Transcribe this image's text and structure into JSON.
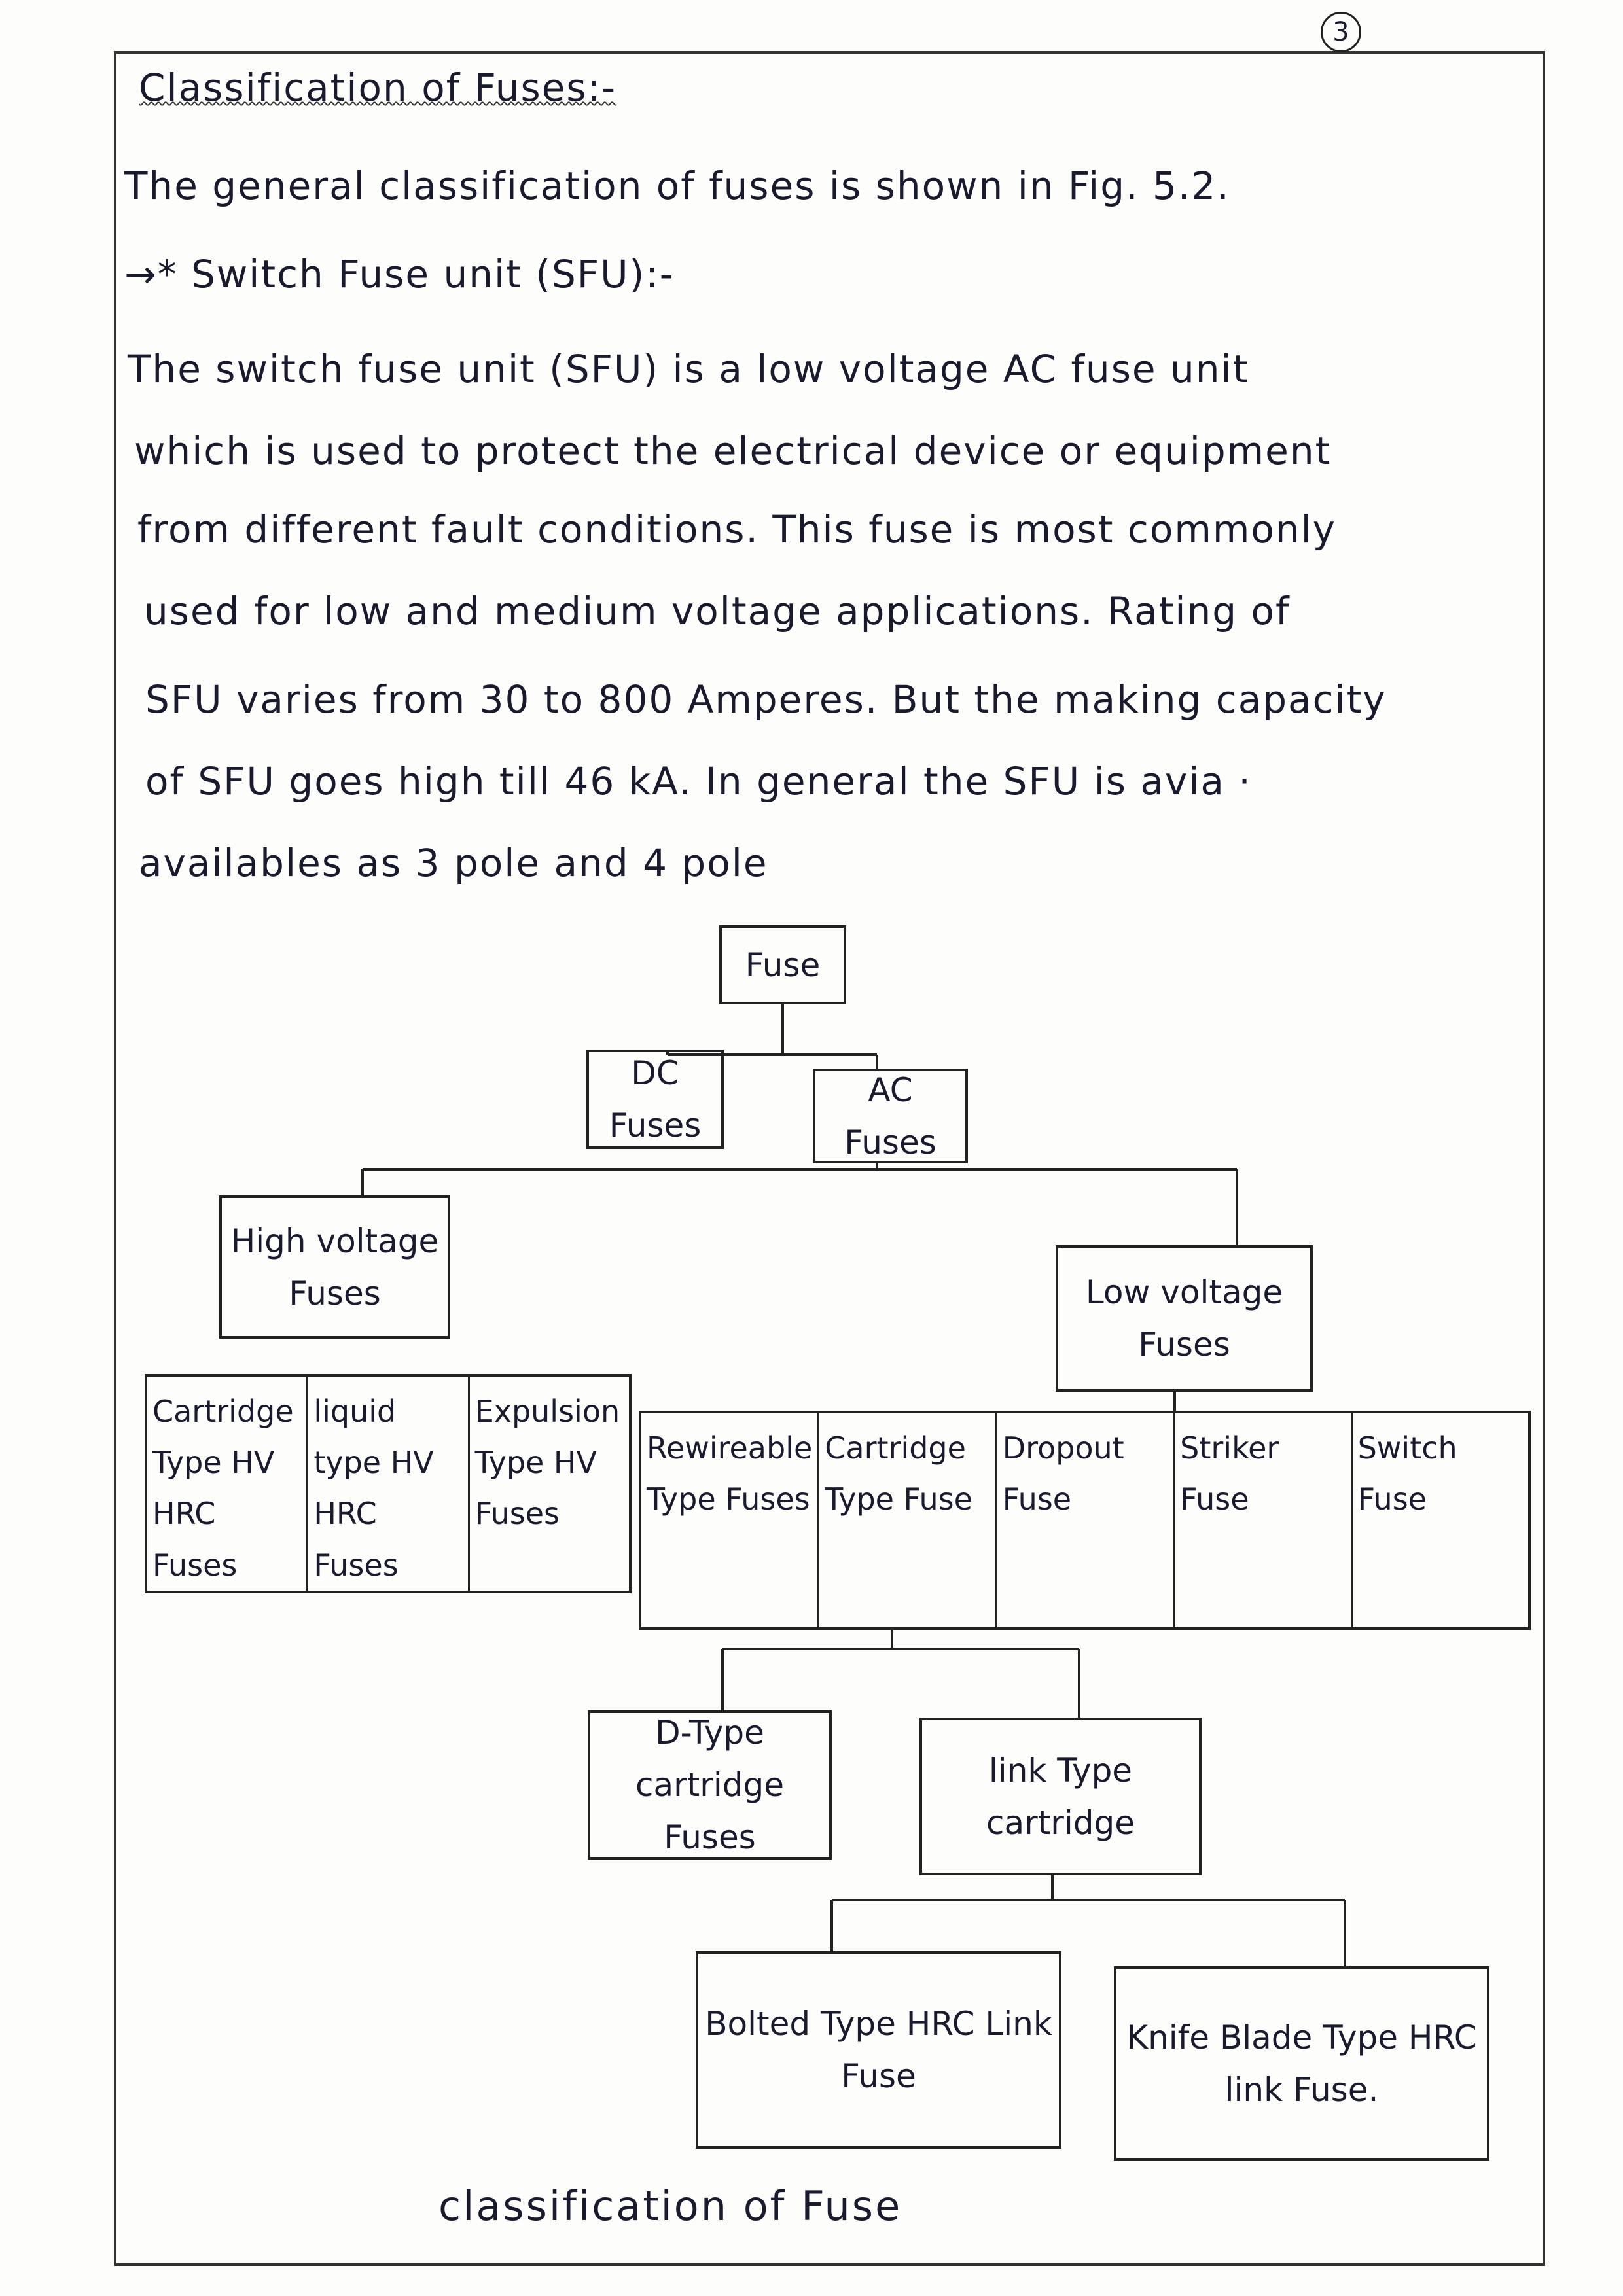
{
  "page_number": "3",
  "title": "Classification of Fuses:-",
  "intro": "The general classification of fuses is shown in Fig. 5.2.",
  "section_heading": "→* Switch Fuse unit (SFU):-",
  "paragraph_lines": [
    "The switch fuse unit (SFU) is a low voltage AC fuse unit",
    "which is used to protect the electrical device or equipment",
    "from different fault conditions. This fuse is most commonly",
    "used for low and medium voltage applications. Rating of",
    "SFU varies from 30 to 800 Amperes. But the making capacity",
    "of SFU goes high till 46 kA. In general the SFU is avia ·",
    "availables as 3 pole and 4 pole"
  ],
  "diagram": {
    "root": "Fuse",
    "dc": "DC Fuses",
    "ac": "AC Fuses",
    "high_voltage": "High voltage Fuses",
    "low_voltage": "Low voltage Fuses",
    "hv_types": [
      "Cartridge Type HV HRC Fuses",
      "liquid type HV HRC Fuses",
      "Expulsion Type HV Fuses"
    ],
    "lv_types": [
      "Rewireable Type Fuses",
      "Cartridge Type Fuse",
      "Dropout Fuse",
      "Striker Fuse",
      "Switch Fuse"
    ],
    "cartridge_types": [
      "D-Type cartridge Fuses",
      "link Type cartridge"
    ],
    "link_types": [
      "Bolted Type HRC Link Fuse",
      "Knife Blade Type HRC link Fuse."
    ],
    "caption": "classification of Fuse"
  }
}
